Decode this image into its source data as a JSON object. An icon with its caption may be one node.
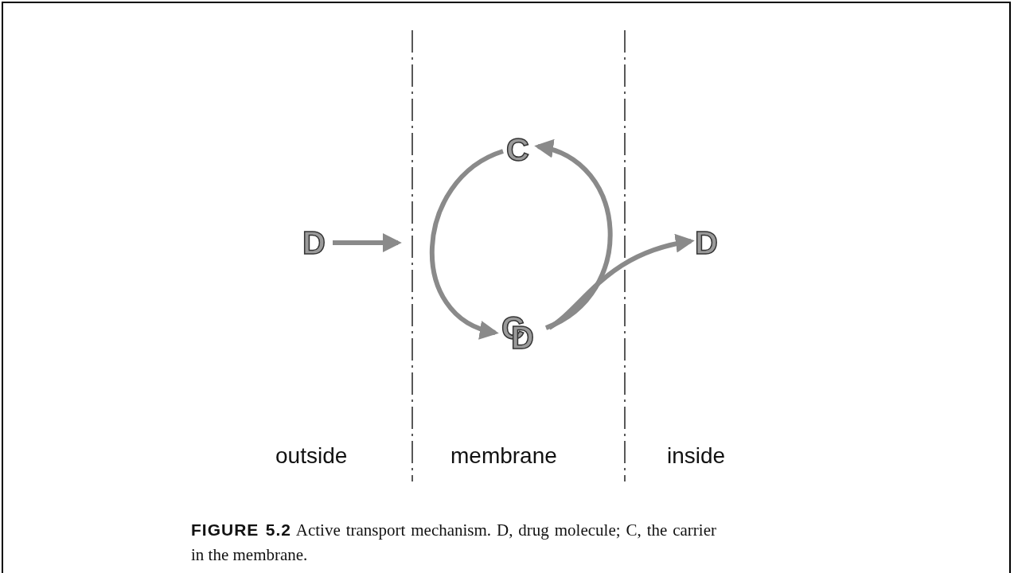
{
  "diagram": {
    "caption": "**FIGURE 5.2** Active transport mechanism. D, drug molecule; C, the carrier in the membrane.",
    "nodes": [
      {
        "text": [
          "D"
        ]
      },
      {
        "text": [
          "C"
        ]
      },
      {
        "text": [
          "C",
          "D"
        ]
      },
      {
        "text": [
          "D"
        ]
      }
    ],
    "edges": [
      {
        "from": 0,
        "to": null,
        "arrow": "to"
      },
      {
        "from": 1,
        "to": 2,
        "arrow": "to"
      },
      {
        "from": 2,
        "to": 1,
        "arrow": "to"
      },
      {
        "from": 2,
        "to": 3,
        "arrow": "to"
      }
    ],
    "labels": [
      "outside",
      "membrane",
      "inside"
    ]
  }
}
